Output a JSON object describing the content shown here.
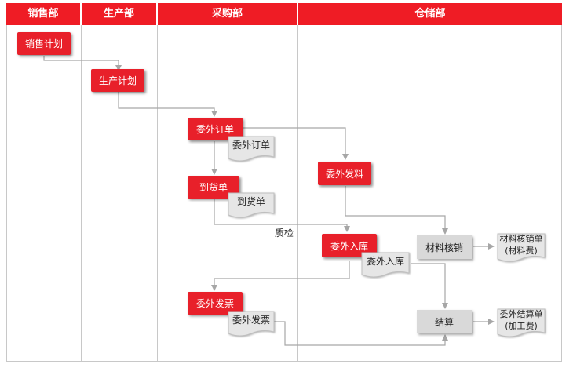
{
  "lanes": {
    "sales": "销售部",
    "production": "生产部",
    "purchasing": "采购部",
    "warehouse": "仓储部"
  },
  "boxes": {
    "sales_plan": "销售计划",
    "production_plan": "生产计划",
    "outsource_order": "委外订单",
    "arrival_note": "到货单",
    "outsource_invoice": "委外发票",
    "outsource_issue": "委外发料",
    "outsource_receipt": "委外入库",
    "material_writeoff": "材料核销",
    "settlement": "结算"
  },
  "docs": {
    "outsource_order_doc": "委外订单",
    "arrival_doc": "到货单",
    "outsource_invoice_doc": "委外发票",
    "outsource_receipt_doc": "委外入库",
    "writeoff_doc_line1": "材料核销单",
    "writeoff_doc_line2": "(材料费)",
    "settlement_doc_line1": "委外结算单",
    "settlement_doc_line2": "(加工费)"
  },
  "labels": {
    "quality_check": "质检"
  },
  "colors": {
    "header": "#ef1c25",
    "process_box": "#e8202a",
    "task_box": "#d9d9d9",
    "connector": "#a6a6a6"
  }
}
